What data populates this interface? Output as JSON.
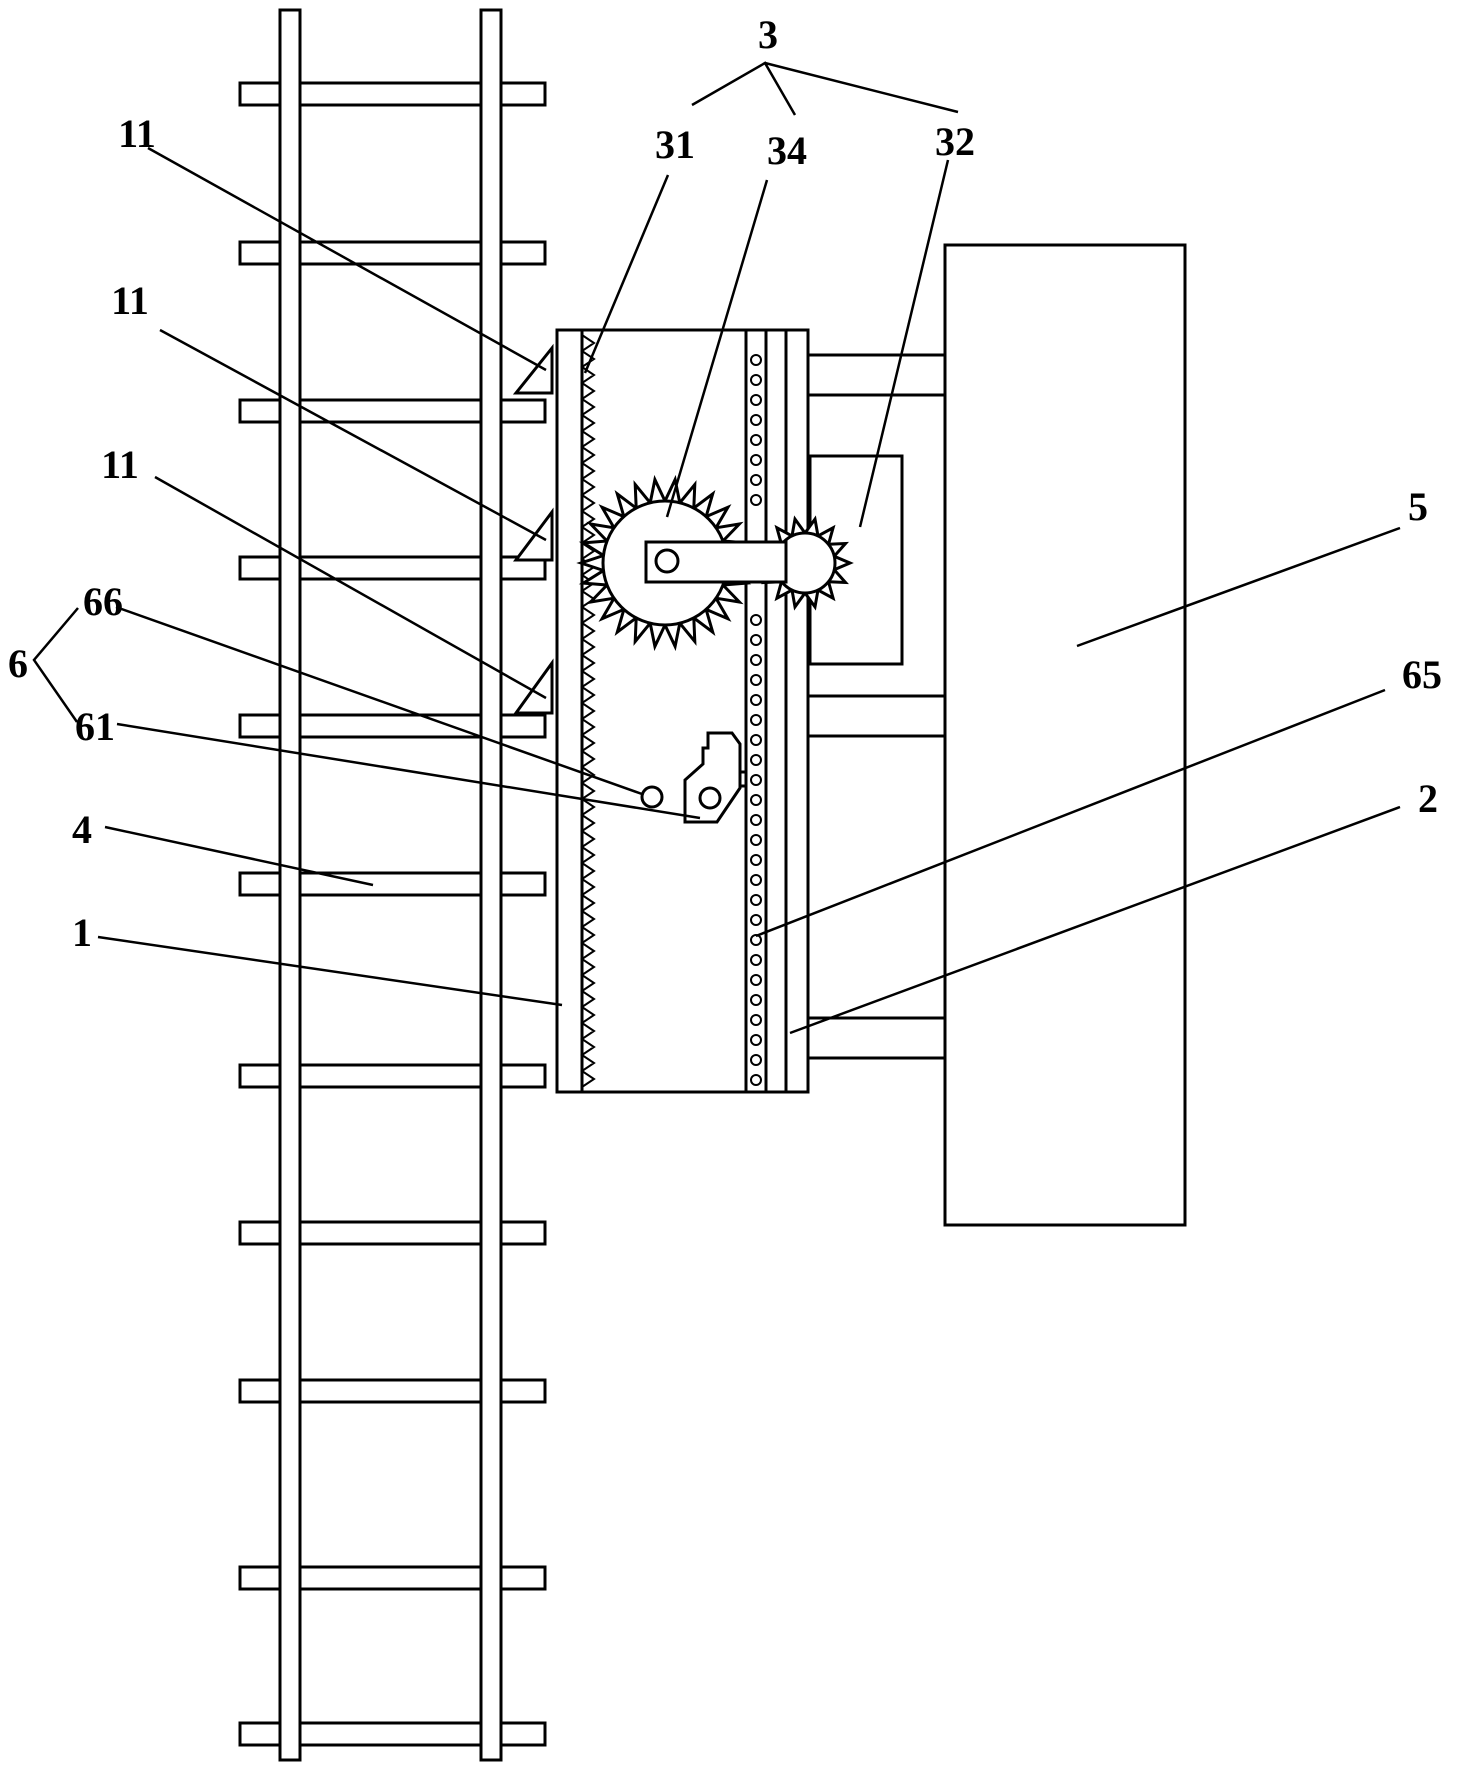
{
  "labels": {
    "assembly_3": "3",
    "part_31": "31",
    "part_34": "34",
    "part_32": "32",
    "part_11_a": "11",
    "part_11_b": "11",
    "part_11_c": "11",
    "assembly_6": "6",
    "part_66": "66",
    "part_61": "61",
    "part_4": "4",
    "part_1": "1",
    "part_5": "5",
    "part_65": "65",
    "part_2": "2"
  }
}
